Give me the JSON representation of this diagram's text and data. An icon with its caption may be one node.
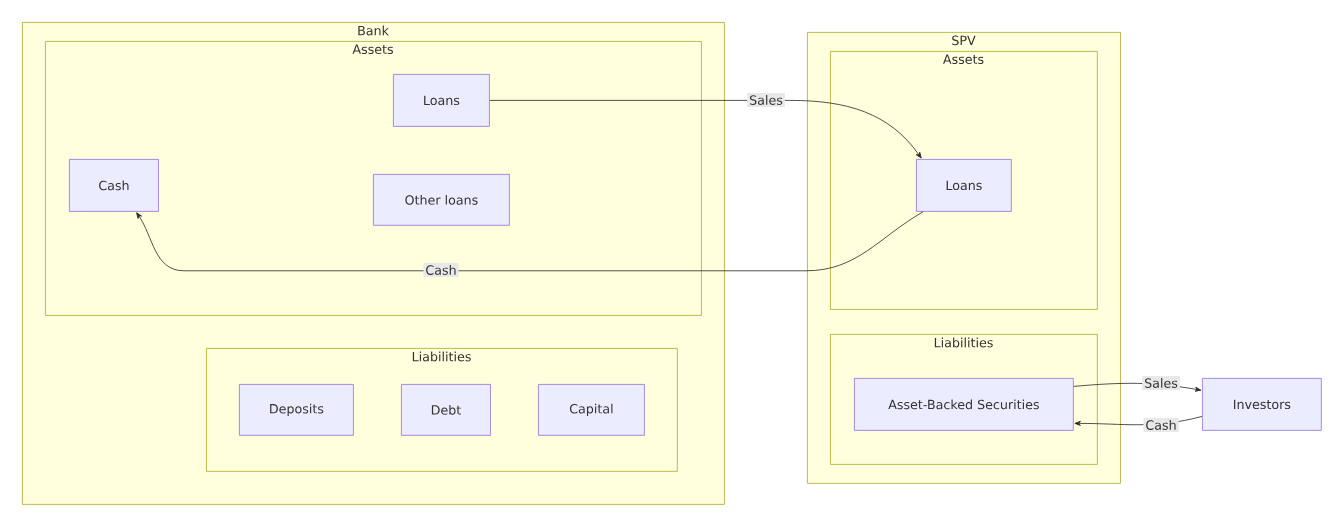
{
  "diagram": {
    "nodes": [
      {
        "text": [
          "Bank"
        ]
      },
      {
        "text": [
          "Assets"
        ],
        "in": 0
      },
      {
        "text": [
          "Loans"
        ],
        "in": 1
      },
      {
        "text": [
          "Cash"
        ],
        "in": 1
      },
      {
        "text": [
          "Other loans"
        ],
        "in": 1
      },
      {
        "text": [
          "Liabilities"
        ],
        "in": 0
      },
      {
        "text": [
          "Deposits"
        ],
        "in": 5
      },
      {
        "text": [
          "Debt"
        ],
        "in": 5
      },
      {
        "text": [
          "Capital"
        ],
        "in": 5
      },
      {
        "text": [
          "SPV"
        ]
      },
      {
        "text": [
          "Assets"
        ],
        "in": 9
      },
      {
        "text": [
          "Loans"
        ],
        "in": 10
      },
      {
        "text": [
          "Liabilities"
        ],
        "in": 9
      },
      {
        "text": [
          "Asset-Backed Securities"
        ],
        "in": 12
      },
      {
        "text": [
          "Investors"
        ]
      }
    ],
    "edges": [
      {
        "from": 2,
        "to": 11,
        "arrow": "to",
        "label": "Sales"
      },
      {
        "from": 11,
        "to": 3,
        "arrow": "to",
        "label": "Cash"
      },
      {
        "from": 13,
        "to": 14,
        "arrow": "to",
        "label": "Sales"
      },
      {
        "from": 14,
        "to": 13,
        "arrow": "to",
        "label": "Cash"
      }
    ]
  }
}
